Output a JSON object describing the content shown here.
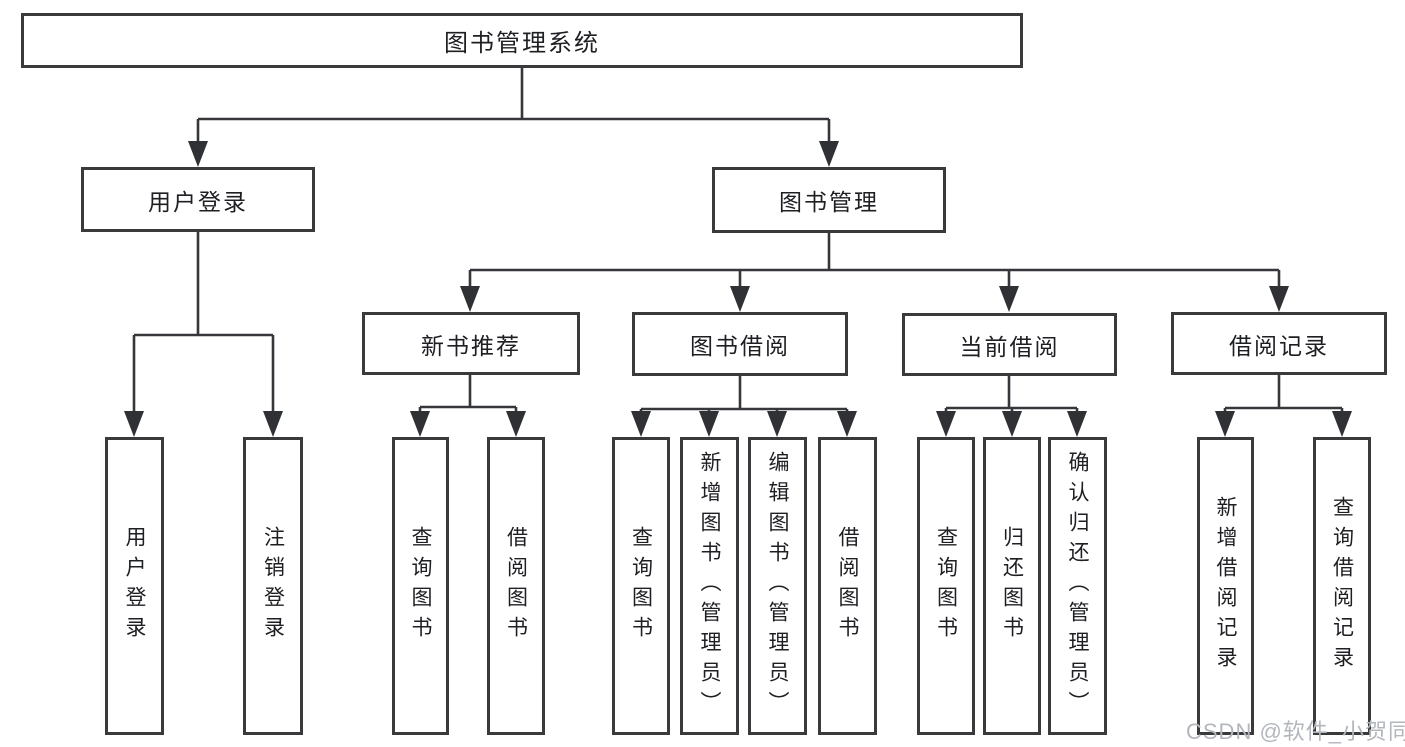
{
  "nodes": {
    "root": "图书管理系统",
    "user_login": "用户登录",
    "book_mgmt": "图书管理",
    "new_book_rec": "新书推荐",
    "book_borrow": "图书借阅",
    "current_borrow": "当前借阅",
    "borrow_records": "借阅记录",
    "leaf_user_login": "用户登录",
    "leaf_logout": "注销登录",
    "nb_query": "查询图书",
    "nb_borrow": "借阅图书",
    "bb_query": "查询图书",
    "bb_add": "新增图书（管理员）",
    "bb_edit": "编辑图书（管理员）",
    "bb_borrow": "借阅图书",
    "cb_query": "查询图书",
    "cb_return": "归还图书",
    "cb_confirm": "确认归还（管理员）",
    "br_add": "新增借阅记录",
    "br_query": "查询借阅记录"
  },
  "watermark": "CSDN @软件_小贺同学",
  "colors": {
    "line": "#35373b",
    "border": "#3a3a3c",
    "text": "#1e1f23",
    "watermark": "#b3b7bd"
  }
}
